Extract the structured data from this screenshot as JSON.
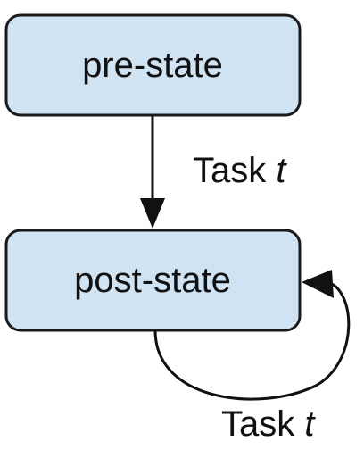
{
  "nodes": {
    "pre": {
      "label": "pre-state"
    },
    "post": {
      "label": "post-state"
    }
  },
  "edges": {
    "transition": {
      "label": "Task ",
      "var": "t"
    },
    "self_loop": {
      "label": "Task ",
      "var": "t"
    }
  },
  "colors": {
    "node_fill": "#cfe3f3",
    "node_stroke": "#1a1a1a",
    "ink": "#111111"
  }
}
